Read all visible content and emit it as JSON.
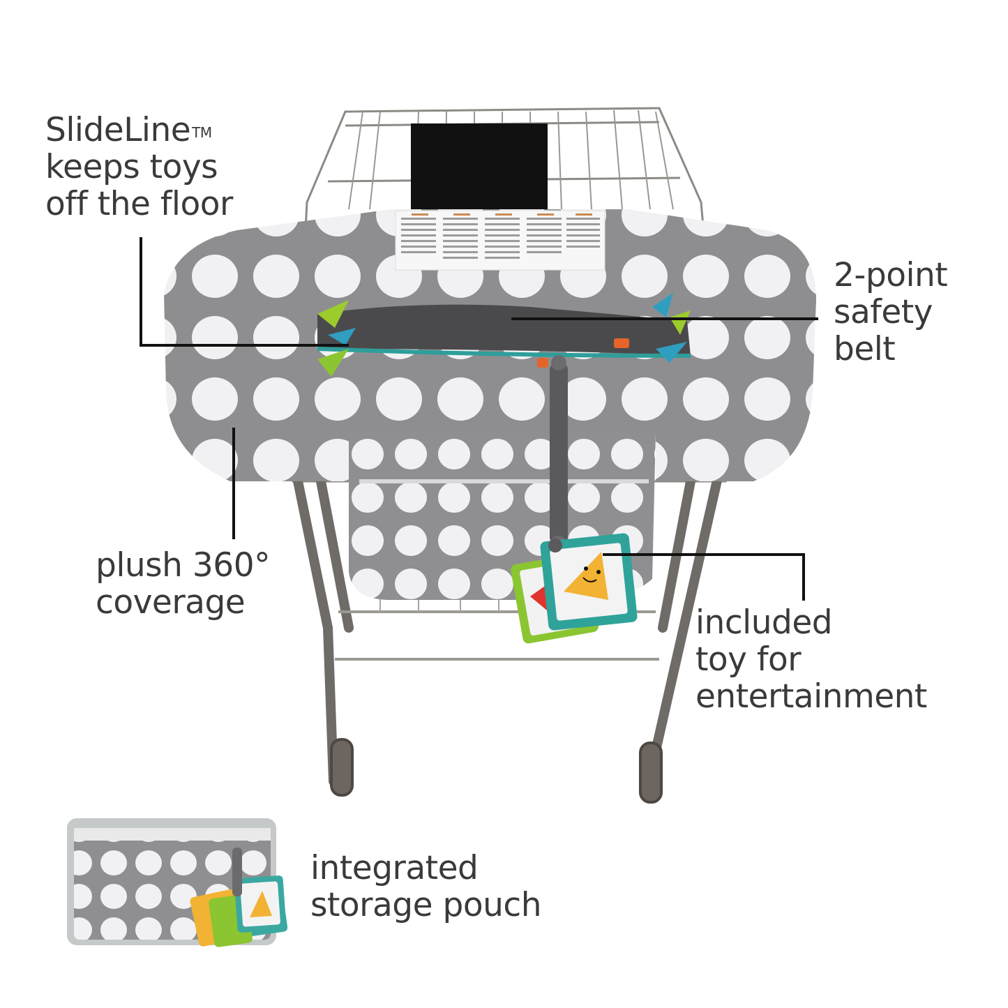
{
  "features": [
    {
      "id": "slideline",
      "lines": [
        "SlideLine",
        "keeps toys",
        "off the floor"
      ],
      "trademark": "TM"
    },
    {
      "id": "safety-belt",
      "lines": [
        "2-point",
        "safety",
        "belt"
      ]
    },
    {
      "id": "coverage",
      "lines": [
        "plush 360°",
        "coverage"
      ]
    },
    {
      "id": "toy",
      "lines": [
        "included",
        "toy for",
        "entertainment"
      ]
    },
    {
      "id": "pouch",
      "lines": [
        "integrated",
        "storage pouch"
      ]
    }
  ],
  "colors": {
    "text": "#3a3a3a",
    "callout_line": "#111111",
    "fabric_gray": "#8e8e90",
    "dot_white": "#f1f1f3",
    "plush_dark": "#4a4a4c",
    "teal": "#2f9e9a",
    "toy_yellow": "#f2b233",
    "metal": "#8a8782"
  },
  "icons": [
    "shopping-cart-cover-photo",
    "storage-pouch-photo",
    "triangle-smiley-toy"
  ]
}
